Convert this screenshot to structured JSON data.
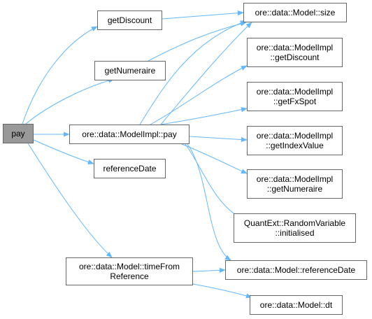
{
  "graph": {
    "edge_color": "#63b8ff",
    "root_fill": "#999999",
    "node_border": "#666666",
    "nodes": {
      "pay": [
        "pay"
      ],
      "getDiscount": [
        "getDiscount"
      ],
      "getNumeraire": [
        "getNumeraire"
      ],
      "modelimplPay": [
        "ore::data::ModelImpl::pay"
      ],
      "referenceDate": [
        "referenceDate"
      ],
      "timeFromReference": [
        "ore::data::Model::timeFrom",
        "Reference"
      ],
      "modelSize": [
        "ore::data::Model::size"
      ],
      "implGetDiscount": [
        "ore::data::ModelImpl",
        "::getDiscount"
      ],
      "implGetFxSpot": [
        "ore::data::ModelImpl",
        "::getFxSpot"
      ],
      "implGetIndexValue": [
        "ore::data::ModelImpl",
        "::getIndexValue"
      ],
      "implGetNumeraire": [
        "ore::data::ModelImpl",
        "::getNumeraire"
      ],
      "randomVariableInitialised": [
        "QuantExt::RandomVariable",
        "::initialised"
      ],
      "modelReferenceDate": [
        "ore::data::Model::referenceDate"
      ],
      "modelDt": [
        "ore::data::Model::dt"
      ]
    }
  }
}
